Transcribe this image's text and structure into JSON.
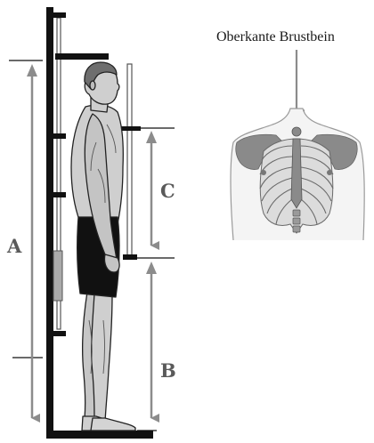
{
  "labels": {
    "a": "A",
    "b": "B",
    "c": "C",
    "sternum_caption": "Oberkante Brustbein"
  },
  "colors": {
    "frame": "#111111",
    "arrow": "#8c8c8c",
    "skin": "#cfcfcf",
    "shorts": "#111111",
    "bone": "#d8d8d8",
    "shoulder_blade": "#8a8a8a"
  }
}
